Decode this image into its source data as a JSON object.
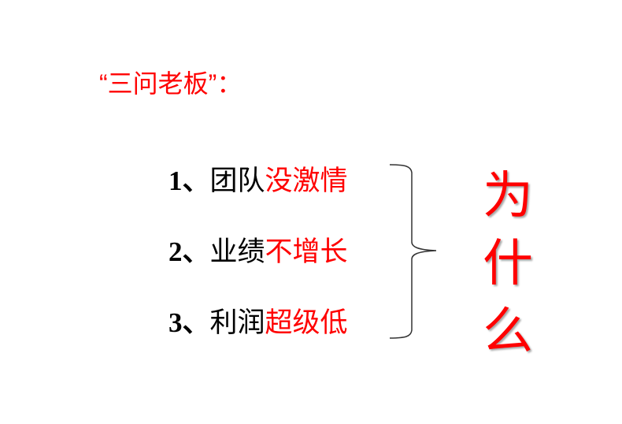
{
  "title": "“三问老板”：",
  "items": [
    {
      "num": "1、",
      "subject": "团队",
      "problem": "没激情"
    },
    {
      "num": "2、",
      "subject": "业绩",
      "problem": "不增长"
    },
    {
      "num": "3、",
      "subject": "利润",
      "problem": "超级低"
    }
  ],
  "question": [
    "为",
    "什",
    "么"
  ],
  "colors": {
    "accent": "#ff0000",
    "text": "#000000"
  }
}
